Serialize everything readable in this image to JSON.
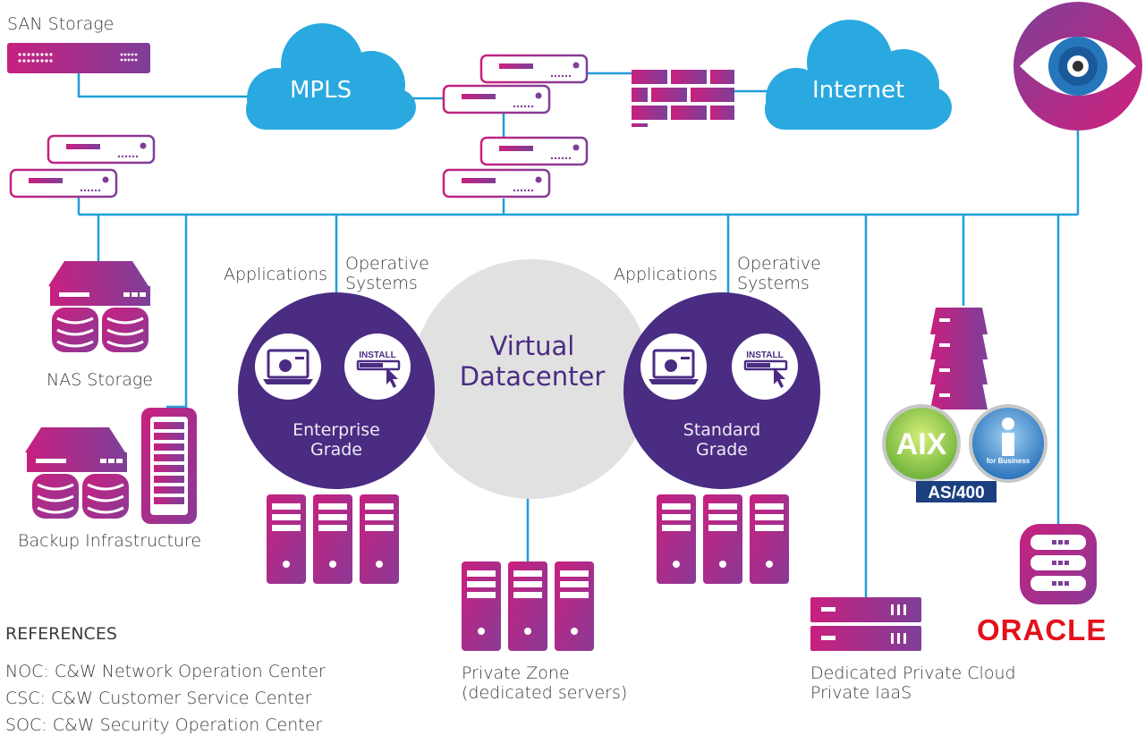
{
  "labels": {
    "san_storage": "SAN Storage",
    "mpls": "MPLS",
    "internet": "Internet",
    "nas_storage": "NAS Storage",
    "backup_infrastructure": "Backup Infrastructure",
    "applications_left": "Applications",
    "operative_systems_left": "Operative\nSystems",
    "applications_right": "Applications",
    "operative_systems_right": "Operative\nSystems",
    "virtual_datacenter": "Virtual\nDatacenter",
    "enterprise_grade": "Enterprise\nGrade",
    "standard_grade": "Standard\nGrade",
    "install_left": "INSTALL",
    "install_right": "INSTALL",
    "private_zone": "Private Zone\n(dedicated servers)",
    "dedicated_private_cloud": "Dedicated Private Cloud\nPrivate IaaS",
    "aix": "AIX",
    "as400": "AS/400",
    "i_for_business": "for Business",
    "oracle": "ORACLE"
  },
  "references": {
    "title": "REFERENCES",
    "items": [
      "NOC: C&W Network Operation Center",
      "CSC: C&W Customer Service Center",
      "SOC: C&W Security Operation Center"
    ]
  },
  "colors": {
    "magenta": "#c8207f",
    "purple": "#7e3f98",
    "dark_purple": "#4a2c83",
    "line_blue": "#1e9fd8",
    "cloud_blue": "#29a9df",
    "circle_gray": "#e2e1e1",
    "oracle_red": "#e3101b"
  }
}
